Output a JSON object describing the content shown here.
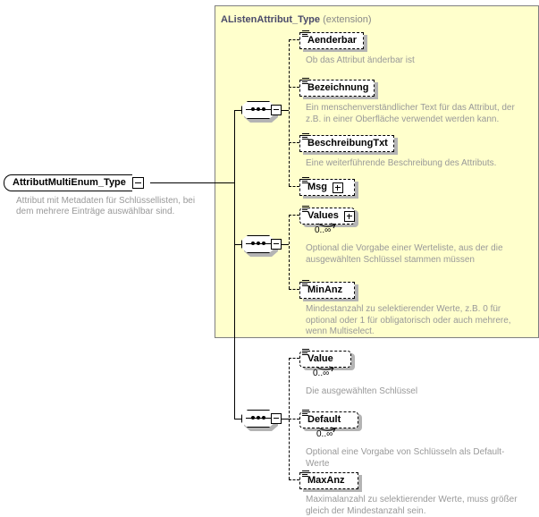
{
  "diagram": {
    "kind": "xsd-schema-element-diagram",
    "root": {
      "name": "AttributMultiEnum_Type",
      "toggle": "minus",
      "description": "Attribut mit Metadaten für Schlüssellisten, bei dem mehrere Einträge auswählbar sind."
    },
    "extension_box": {
      "type_name": "AListenAttribut_Type",
      "kind_label": "(extension)",
      "fill_color": "#ffffcc",
      "border_color": "#808080"
    },
    "compositors": [
      {
        "name": "sequence",
        "toggle": "minus"
      },
      {
        "name": "sequence",
        "toggle": "minus"
      },
      {
        "name": "sequence",
        "toggle": "minus"
      }
    ],
    "groups": [
      {
        "id": "inherited-sequence-1",
        "inside_extension": true,
        "nodes": [
          {
            "name": "Aenderbar",
            "optional": true,
            "repeatable": false,
            "toggle": null,
            "cardinality": "",
            "description": "Ob das Attribut änderbar ist"
          },
          {
            "name": "Bezeichnung",
            "optional": true,
            "repeatable": false,
            "toggle": null,
            "cardinality": "",
            "description": "Ein menschenverständlicher Text für das Attribut, der z.B. in einer Oberfläche verwendet werden kann."
          },
          {
            "name": "BeschreibungTxt",
            "optional": true,
            "repeatable": false,
            "toggle": null,
            "cardinality": "",
            "description": "Eine weiterführende Beschreibung des Attributs."
          },
          {
            "name": "Msg",
            "optional": true,
            "repeatable": false,
            "toggle": "plus",
            "cardinality": "",
            "description": ""
          }
        ]
      },
      {
        "id": "inherited-sequence-2",
        "inside_extension": true,
        "nodes": [
          {
            "name": "Values",
            "optional": true,
            "repeatable": true,
            "toggle": "plus",
            "cardinality": "0..∞",
            "description": "Optional die Vorgabe einer Werteliste, aus der die ausgewählten Schlüssel stammen müssen"
          },
          {
            "name": "MinAnz",
            "optional": true,
            "repeatable": false,
            "toggle": null,
            "cardinality": "",
            "description": "Mindestanzahl zu selektierender Werte, z.B. 0 für optional oder 1 für obligatorisch oder auch mehrere, wenn Multiselect."
          }
        ]
      },
      {
        "id": "own-sequence",
        "inside_extension": false,
        "nodes": [
          {
            "name": "Value",
            "optional": true,
            "repeatable": true,
            "toggle": null,
            "cardinality": "0..∞",
            "description": "Die ausgewählten Schlüssel"
          },
          {
            "name": "Default",
            "optional": true,
            "repeatable": true,
            "toggle": null,
            "cardinality": "0..∞",
            "description": "Optional eine Vorgabe von Schlüsseln als Default-Werte"
          },
          {
            "name": "MaxAnz",
            "optional": true,
            "repeatable": false,
            "toggle": null,
            "cardinality": "",
            "description": "Maximalanzahl zu selektierender Werte, muss größer gleich der Mindestanzahl sein."
          }
        ]
      }
    ]
  }
}
